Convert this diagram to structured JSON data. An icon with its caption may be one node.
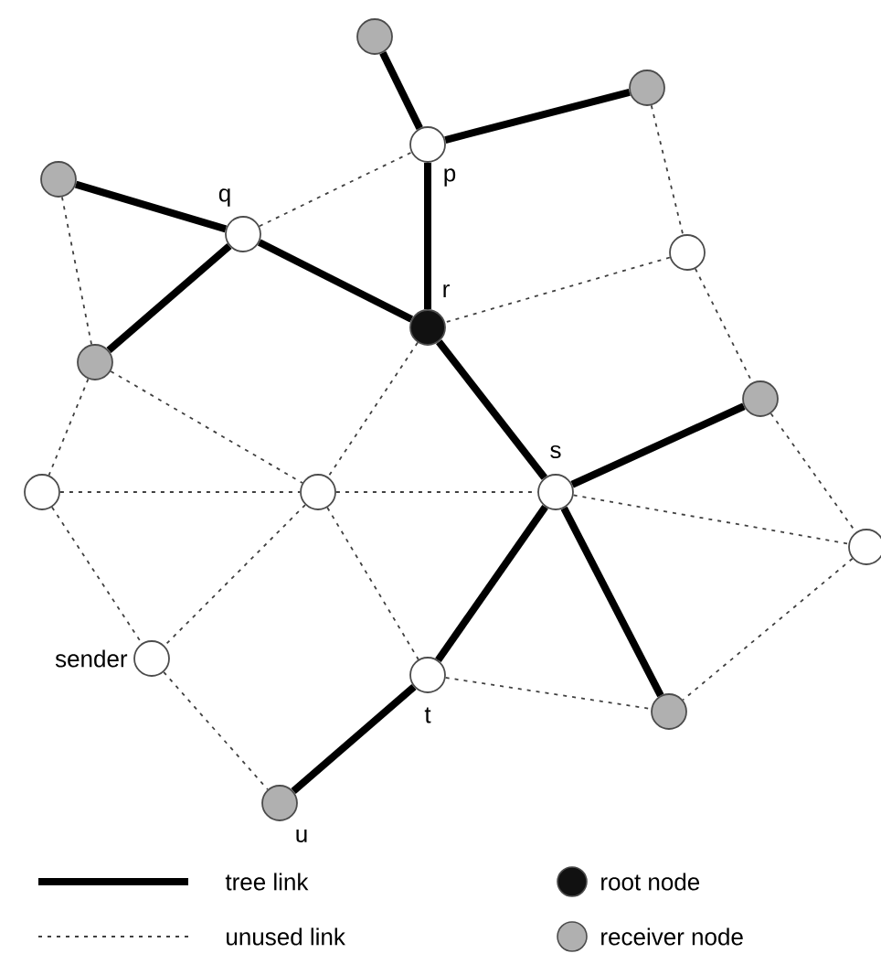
{
  "diagram": {
    "nodes": [
      {
        "text": [],
        "shape": "circle"
      },
      {
        "text": [],
        "shape": "circle"
      },
      {
        "text": [],
        "shape": "circle",
        "beside": [
          "p"
        ]
      },
      {
        "text": [],
        "shape": "circle"
      },
      {
        "text": [],
        "shape": "circle",
        "beside": [
          "q"
        ]
      },
      {
        "text": [],
        "shape": "circle"
      },
      {
        "text": [],
        "shape": "circle",
        "beside": [
          "r"
        ]
      },
      {
        "text": [],
        "shape": "circle"
      },
      {
        "text": [],
        "shape": "circle"
      },
      {
        "text": [],
        "shape": "circle"
      },
      {
        "text": [],
        "shape": "circle"
      },
      {
        "text": [],
        "shape": "circle",
        "beside": [
          "s"
        ]
      },
      {
        "text": [],
        "shape": "circle"
      },
      {
        "text": [],
        "shape": "circle",
        "beside": [
          "sender"
        ]
      },
      {
        "text": [],
        "shape": "circle",
        "beside": [
          "t"
        ]
      },
      {
        "text": [],
        "shape": "circle"
      },
      {
        "text": [],
        "shape": "circle",
        "beside": [
          "u"
        ]
      }
    ],
    "edges": [
      {
        "from": 0,
        "to": 2,
        "arrow": "none",
        "style": "thick"
      },
      {
        "from": 2,
        "to": 1,
        "arrow": "none",
        "style": "thick"
      },
      {
        "from": 3,
        "to": 4,
        "arrow": "none",
        "style": "thick"
      },
      {
        "from": 4,
        "to": 7,
        "arrow": "none",
        "style": "thick"
      },
      {
        "from": 4,
        "to": 6,
        "arrow": "none",
        "style": "thick"
      },
      {
        "from": 2,
        "to": 6,
        "arrow": "none",
        "style": "thick"
      },
      {
        "from": 6,
        "to": 11,
        "arrow": "none",
        "style": "thick"
      },
      {
        "from": 11,
        "to": 8,
        "arrow": "none",
        "style": "thick"
      },
      {
        "from": 11,
        "to": 14,
        "arrow": "none",
        "style": "thick"
      },
      {
        "from": 11,
        "to": 15,
        "arrow": "none",
        "style": "thick"
      },
      {
        "from": 14,
        "to": 16,
        "arrow": "none",
        "style": "thick"
      },
      {
        "from": 4,
        "to": 2,
        "arrow": "none",
        "style": "dashed"
      },
      {
        "from": 1,
        "to": 5,
        "arrow": "none",
        "style": "dashed"
      },
      {
        "from": 5,
        "to": 6,
        "arrow": "none",
        "style": "dashed"
      },
      {
        "from": 5,
        "to": 8,
        "arrow": "none",
        "style": "dashed"
      },
      {
        "from": 3,
        "to": 7,
        "arrow": "none",
        "style": "dashed"
      },
      {
        "from": 7,
        "to": 9,
        "arrow": "none",
        "style": "dashed"
      },
      {
        "from": 7,
        "to": 10,
        "arrow": "none",
        "style": "dashed"
      },
      {
        "from": 6,
        "to": 10,
        "arrow": "none",
        "style": "dashed"
      },
      {
        "from": 9,
        "to": 10,
        "arrow": "none",
        "style": "dashed"
      },
      {
        "from": 10,
        "to": 11,
        "arrow": "none",
        "style": "dashed"
      },
      {
        "from": 11,
        "to": 12,
        "arrow": "none",
        "style": "dashed"
      },
      {
        "from": 8,
        "to": 12,
        "arrow": "none",
        "style": "dashed"
      },
      {
        "from": 12,
        "to": 15,
        "arrow": "none",
        "style": "dashed"
      },
      {
        "from": 9,
        "to": 13,
        "arrow": "none",
        "style": "dashed"
      },
      {
        "from": 10,
        "to": 13,
        "arrow": "none",
        "style": "dashed"
      },
      {
        "from": 10,
        "to": 14,
        "arrow": "none",
        "style": "dashed"
      },
      {
        "from": 14,
        "to": 15,
        "arrow": "none",
        "style": "dashed"
      },
      {
        "from": 13,
        "to": 16,
        "arrow": "none",
        "style": "dashed"
      }
    ],
    "legend": [
      {
        "text": "tree link"
      },
      {
        "text": "unused link"
      },
      {
        "text": "root node",
        "color": "#111111"
      },
      {
        "text": "receiver node",
        "color": "#b0b0b0"
      }
    ]
  }
}
